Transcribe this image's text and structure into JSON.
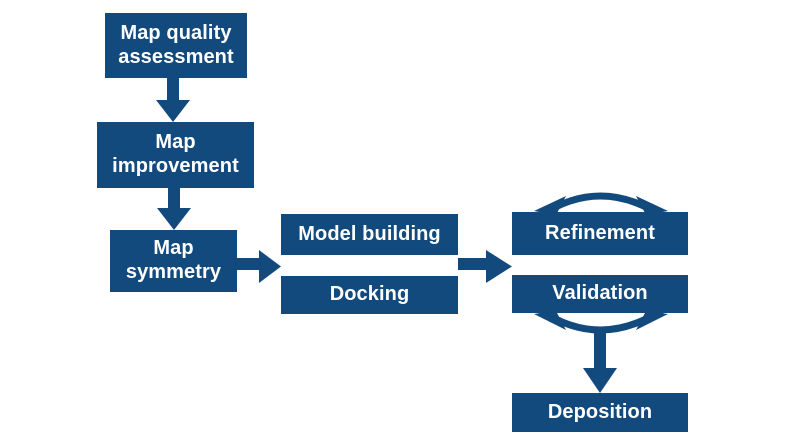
{
  "diagram": {
    "title_text": "",
    "accent_color": "#134A7E",
    "background_color": "#FFFFFF",
    "label_color": "#FFFFFF",
    "type": "flowchart",
    "nodes": [
      {
        "id": "map-quality-assessment",
        "label": "Map quality\nassessment",
        "line1": "Map quality",
        "line2": "assessment"
      },
      {
        "id": "map-improvement",
        "label": "Map\nimprovement",
        "line1": "Map",
        "line2": "improvement"
      },
      {
        "id": "map-symmetry",
        "label": "Map\nsymmetry",
        "line1": "Map",
        "line2": "symmetry"
      },
      {
        "id": "model-building",
        "label": "Model building",
        "line1": "Model building",
        "line2": ""
      },
      {
        "id": "docking",
        "label": "Docking",
        "line1": "Docking",
        "line2": ""
      },
      {
        "id": "refinement",
        "label": "Refinement",
        "line1": "Refinement",
        "line2": ""
      },
      {
        "id": "validation",
        "label": "Validation",
        "line1": "Validation",
        "line2": ""
      },
      {
        "id": "deposition",
        "label": "Deposition",
        "line1": "Deposition",
        "line2": ""
      }
    ],
    "edges": [
      {
        "from": "map-quality-assessment",
        "to": "map-improvement",
        "kind": "straight-arrow-down"
      },
      {
        "from": "map-improvement",
        "to": "map-symmetry",
        "kind": "straight-arrow-down"
      },
      {
        "from": "map-symmetry",
        "to": "model-building-docking",
        "kind": "straight-arrow-right"
      },
      {
        "from": "model-building-docking",
        "to": "refinement-validation",
        "kind": "straight-arrow-right"
      },
      {
        "from": "refinement-validation",
        "to": "refinement-validation",
        "kind": "cycle-arc-top"
      },
      {
        "from": "refinement-validation",
        "to": "refinement-validation",
        "kind": "cycle-arc-bottom"
      },
      {
        "from": "refinement-validation",
        "to": "deposition",
        "kind": "straight-arrow-down"
      }
    ]
  }
}
